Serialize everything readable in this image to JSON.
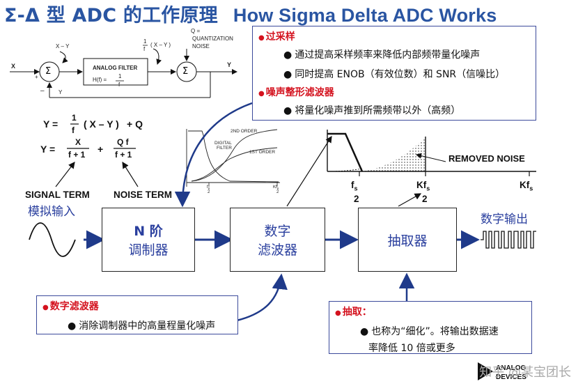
{
  "title": {
    "cn": "Σ-Δ 型 ADC 的工作原理",
    "en": "How Sigma Delta ADC Works"
  },
  "loop": {
    "x": "X",
    "x_minus_y": "X – Y",
    "plus": "+",
    "minus": "–",
    "y_fb": "Y",
    "sigma": "Σ",
    "filter_label": "ANALOG FILTER",
    "filter_hf_left": "H(f) =",
    "frac_num": "1",
    "frac_den": "f",
    "int_out": "( X – Y )",
    "q_label": "Q =",
    "q_line2": "QUANTIZATION",
    "q_line3": "NOISE",
    "y_out": "Y"
  },
  "equations": {
    "eq1_lhs": "Y  =",
    "eq1_num": "1",
    "eq1_den": "f",
    "eq1_mid": "( X – Y )",
    "eq1_rhs": "+  Q",
    "eq2_lhs": "Y  =",
    "eq2_num1": "X",
    "eq2_den1": "f + 1",
    "eq2_plus": "+",
    "eq2_num2": "Q f",
    "eq2_den2": "f + 1"
  },
  "terms": {
    "signal": "SIGNAL TERM",
    "noise": "NOISE TERM",
    "analog_input": "模拟输入"
  },
  "blocks": {
    "modulator_l1": "N 阶",
    "modulator_l2": "调制器",
    "filter_l1": "数字",
    "filter_l2": "滤波器",
    "decimator": "抽取器",
    "digital_out": "数字输出"
  },
  "filter_plot": {
    "second_order": "2ND ORDER",
    "first_order": "1ST ORDER",
    "digital_filter_l1": "DIGITAL",
    "digital_filter_l2": "FILTER",
    "fs_top": "f",
    "fs_sub": "s",
    "fs_den": "2",
    "kfs_top": "Kf",
    "kfs_sub": "s",
    "kfs_den": "2"
  },
  "spectrum": {
    "removed_noise": "REMOVED NOISE",
    "fs2_top": "f",
    "fs2_sub": "s",
    "fs2_den": "2",
    "kfs2_top": "Kf",
    "kfs2_sub": "s",
    "kfs2_den": "2",
    "kfs_top": "Kf",
    "kfs_sub": "s"
  },
  "callouts": {
    "oversampling": {
      "title": "过采样",
      "items": [
        "通过提高采样频率来降低内部频带量化噪声",
        "同时提高 ENOB（有效位数）和 SNR（信噪比）"
      ]
    },
    "noise_shaping": {
      "title": "噪声整形滤波器",
      "items": [
        "将量化噪声推到所需频带以外（高频）"
      ]
    },
    "digital_filter": {
      "title": "数字滤波器",
      "items": [
        "消除调制器中的高量程量化噪声"
      ]
    },
    "decimation": {
      "title": "抽取：",
      "items_l1": "也称为“细化”。将输出数据速",
      "items_l2": "率降低 10 倍或更多"
    }
  },
  "watermark": "知乎 @某宝团长",
  "logo": {
    "l1": "ANALOG",
    "l2": "DEVICES"
  },
  "colors": {
    "title": "#2a55a2",
    "heading_red": "#d4121e",
    "box_border": "#3b4a9b",
    "block_text": "#2a3f9e"
  }
}
